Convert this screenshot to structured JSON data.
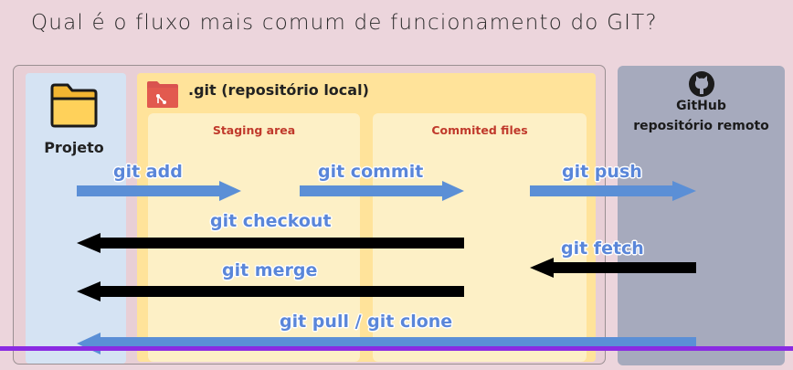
{
  "title": "Qual é o fluxo mais comum de funcionamento do GIT?",
  "projeto": {
    "label": "Projeto",
    "icon": "folder-icon"
  },
  "local_repo": {
    "title": ".git (repositório local)",
    "icon": "git-folder-icon",
    "staging_label": "Staging area",
    "commit_label": "Commited files"
  },
  "remote_repo": {
    "icon": "github-icon",
    "name": "GitHub",
    "label": "repositório remoto"
  },
  "commands": {
    "add": "git add",
    "commit": "git commit",
    "push": "git push",
    "checkout": "git checkout",
    "fetch": "git fetch",
    "merge": "git merge",
    "pull_clone": "git pull / git clone"
  },
  "colors": {
    "forward_arrow": "#5b8fd6",
    "backward_arrow": "#000000",
    "command_text": "#5a86d9",
    "section_label": "#c0392b",
    "progress_bar": "#8a2be2"
  }
}
